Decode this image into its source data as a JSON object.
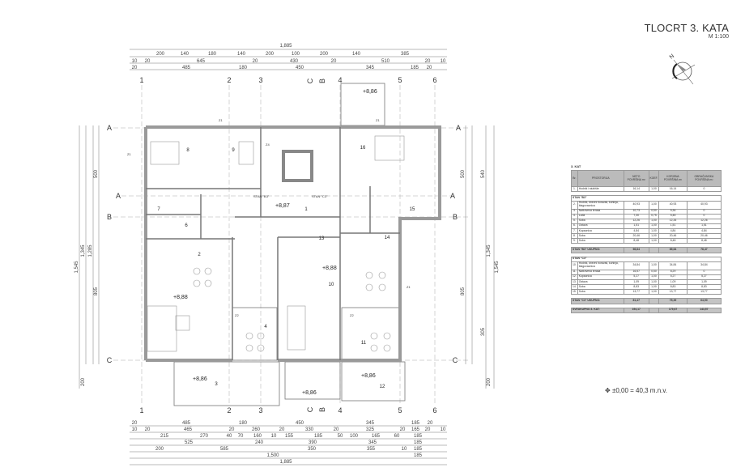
{
  "title": {
    "name": "TLOCRT 3. KATA",
    "scale": "M 1:100"
  },
  "north_label": "N",
  "reference_level": "±0,00 = 40,3 m.n.v.",
  "axes": {
    "vertical": [
      "1",
      "2",
      "3",
      "C",
      "B",
      "4",
      "5",
      "6"
    ],
    "horizontal": [
      "A",
      "A",
      "B",
      "C"
    ]
  },
  "top_dims": {
    "total": "1,885",
    "row1": [
      "200",
      "140",
      "180",
      "140",
      "200",
      "100",
      "200",
      "140",
      "385"
    ],
    "row2": [
      "10",
      "20",
      "645",
      "20",
      "430",
      "20",
      "510",
      "20",
      "10"
    ],
    "row3": [
      "20",
      "485",
      "180",
      "450",
      "345",
      "185",
      "20"
    ]
  },
  "bottom_dims": {
    "row1": [
      "20",
      "485",
      "180",
      "450",
      "345",
      "185",
      "20"
    ],
    "row2": [
      "10",
      "20",
      "465",
      "20",
      "260",
      "20",
      "330",
      "20",
      "325",
      "20",
      "165",
      "20",
      "10"
    ],
    "row3": [
      "215",
      "270",
      "40",
      "70",
      "160",
      "10",
      "155",
      "185",
      "50",
      "100",
      "165",
      "60",
      "185"
    ],
    "row4": [
      "525",
      "240",
      "390",
      "345",
      "185"
    ],
    "row5": [
      "200",
      "585",
      "350",
      "355",
      "10",
      "185"
    ],
    "row6": [
      "1,500",
      "185"
    ],
    "total": "1,885"
  },
  "left_dims": [
    "1,545",
    "1,345",
    "1,285",
    "500",
    "805",
    "200"
  ],
  "right_dims": [
    "1,545",
    "1,345",
    "540",
    "500",
    "805",
    "305",
    "200"
  ],
  "rooms": [
    "1",
    "2",
    "3",
    "4",
    "6",
    "7",
    "8",
    "9",
    "10",
    "11",
    "12",
    "13",
    "14",
    "15",
    "16"
  ],
  "levels": [
    "+8,86",
    "+8,87",
    "+8,88",
    "+8,88",
    "+8,86",
    "+8,86",
    "+8,86"
  ],
  "apartments": [
    "STAN \"B3\"",
    "STAN \"C3\""
  ],
  "marks": [
    "Z1",
    "Z1",
    "Z1",
    "Z1",
    "Z2",
    "Z2",
    "Z4"
  ],
  "table": {
    "caption": "3. KAT",
    "headers": [
      "Br.",
      "PROSTORIJA",
      "NETO POVRŠINA m²",
      "KOEF.",
      "KORISNA POVRŠINA m²",
      "OBRAČUNSKA POVRŠINA m²"
    ],
    "rows": [
      {
        "type": "row",
        "cells": [
          "1.",
          "Hodnik i stubište",
          "16,14",
          "1,00",
          "16,14",
          "0"
        ]
      },
      {
        "type": "sec",
        "cells": [
          "STAN \"B3\""
        ]
      },
      {
        "type": "row",
        "cells": [
          "2.",
          "Hodnik, dnevni boravak, kuhinja, blagovaonica",
          "40,93",
          "1,00",
          "40,93",
          "40,93"
        ]
      },
      {
        "type": "row",
        "cells": [
          "3.",
          "Natkrivena terasa",
          "10,73",
          "0,50",
          "5,36",
          "0"
        ]
      },
      {
        "type": "row",
        "cells": [
          "4.",
          "Lođa",
          "7,30",
          "0,75",
          "5,48",
          "0"
        ]
      },
      {
        "type": "row",
        "cells": [
          "5.",
          "Soba",
          "12,26",
          "1,00",
          "12,26",
          "12,26"
        ]
      },
      {
        "type": "row",
        "cells": [
          "6.",
          "Ostava",
          "1,51",
          "1,00",
          "1,51",
          "1,51"
        ]
      },
      {
        "type": "row",
        "cells": [
          "7.",
          "Kupaonica",
          "4,84",
          "1,00",
          "4,84",
          "4,84"
        ]
      },
      {
        "type": "row",
        "cells": [
          "8.",
          "Soba",
          "20,46",
          "1,00",
          "20,46",
          "20,46"
        ]
      },
      {
        "type": "row",
        "cells": [
          "9.",
          "Soba",
          "8,48",
          "1,00",
          "8,48",
          "8,48"
        ]
      },
      {
        "type": "tot",
        "cells": [
          "STAN \"B3\" UKUPNO:",
          "96,84",
          "",
          "89,64",
          "78,47"
        ]
      },
      {
        "type": "sec",
        "cells": [
          "STAN \"C3\""
        ]
      },
      {
        "type": "row",
        "cells": [
          "10.",
          "Hodnik, dnevni boravak, kuhinja, blagovaonica",
          "34,84",
          "1,00",
          "34,84",
          "34,84"
        ]
      },
      {
        "type": "row",
        "cells": [
          "11.",
          "Natkrivena terasa",
          "16,57",
          "0,50",
          "8,29",
          "0"
        ]
      },
      {
        "type": "row",
        "cells": [
          "12.",
          "Kupaonica",
          "5,27",
          "1,00",
          "5,27",
          "5,27"
        ]
      },
      {
        "type": "row",
        "cells": [
          "13.",
          "Ostava",
          "1,09",
          "1,00",
          "1,09",
          "1,09"
        ]
      },
      {
        "type": "row",
        "cells": [
          "14.",
          "Soba",
          "8,83",
          "1,00",
          "8,83",
          "8,83"
        ]
      },
      {
        "type": "row",
        "cells": [
          "15.",
          "Soba",
          "13,77",
          "1,00",
          "13,77",
          "13,77"
        ]
      },
      {
        "type": "tot",
        "cells": [
          "STAN \"C3\" UKUPNO:",
          "81,47",
          "",
          "75,39",
          "64,90"
        ]
      },
      {
        "type": "tot",
        "cells": [
          "SVEUKUPNO 3. KAT:",
          "194,17",
          "",
          "179,67",
          "143,57"
        ]
      }
    ]
  },
  "colors": {
    "wall": "#9a9a9a",
    "line": "#555555",
    "table_header": "#bbbbbb"
  }
}
